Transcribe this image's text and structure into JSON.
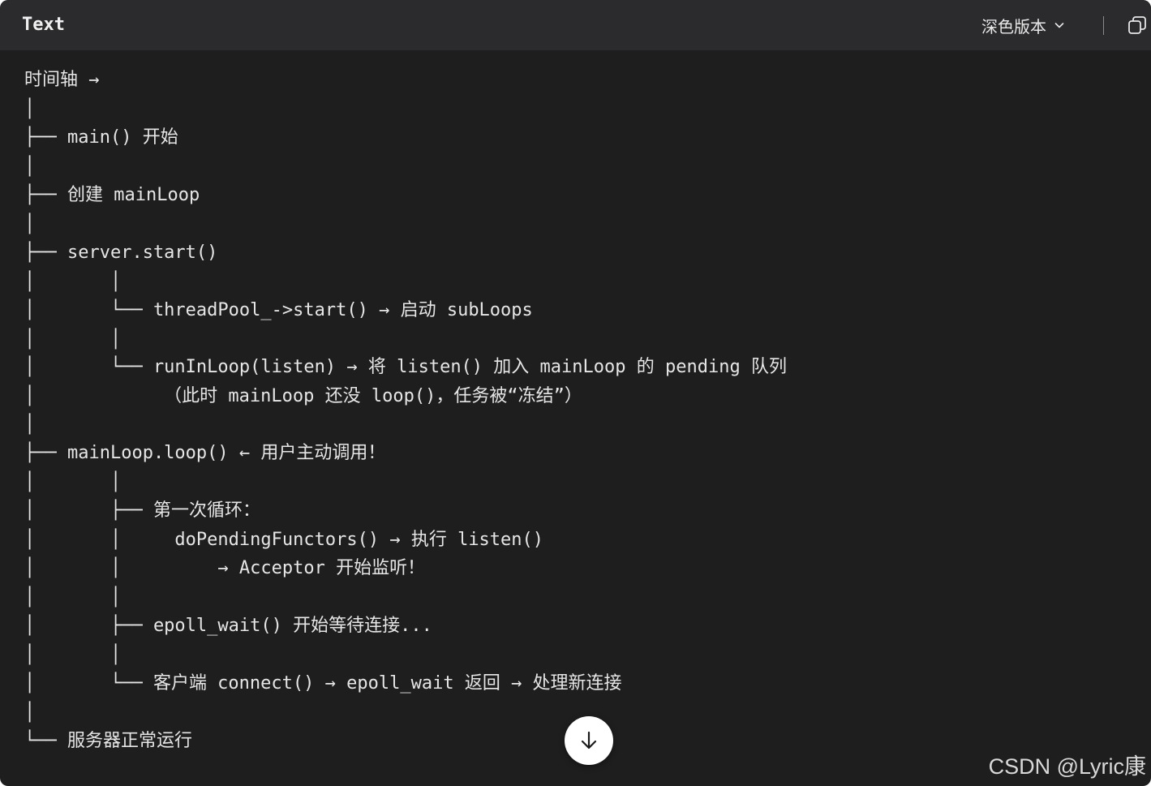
{
  "header": {
    "language_label": "Text",
    "theme_select_value": "深色版本",
    "background_color": "#2b2b2d"
  },
  "code_block": {
    "background_color": "#1e1e1e",
    "text_color": "#e6e6e6",
    "lines": [
      "时间轴 →",
      "│",
      "├── main() 开始",
      "│",
      "├── 创建 mainLoop",
      "│",
      "├── server.start()",
      "│       │",
      "│       └── threadPool_->start() → 启动 subLoops",
      "│       │",
      "│       └── runInLoop(listen) → 将 listen() 加入 mainLoop 的 pending 队列",
      "│            （此时 mainLoop 还没 loop()，任务被“冻结”）",
      "│",
      "├── mainLoop.loop() ← 用户主动调用！",
      "│       │",
      "│       ├── 第一次循环：",
      "│       │     doPendingFunctors() → 执行 listen()",
      "│       │         → Acceptor 开始监听！",
      "│       │",
      "│       ├── epoll_wait() 开始等待连接...",
      "│       │",
      "│       └── 客户端 connect() → epoll_wait 返回 → 处理新连接",
      "│",
      "└── 服务器正常运行"
    ]
  },
  "icons": {
    "theme_chevron": "chevron-down-icon",
    "copy": "copy-icon",
    "scroll_down": "arrow-down-icon"
  },
  "watermark": "CSDN @Lyric康"
}
